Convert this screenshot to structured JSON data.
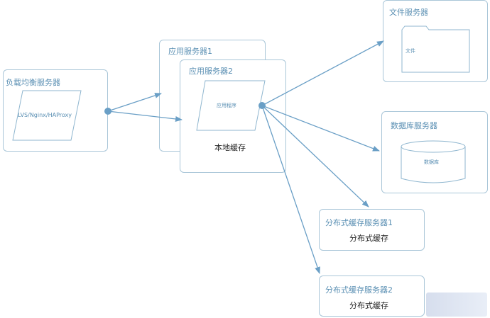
{
  "nodes": {
    "load_balancer": {
      "title": "负载均衡服务器",
      "inner": "LVS/Nginx/HAProxy"
    },
    "app_server_1": {
      "title": "应用服务器1"
    },
    "app_server_2": {
      "title": "应用服务器2",
      "inner": "应用程序",
      "local_cache": "本地缓存"
    },
    "file_server": {
      "title": "文件服务器",
      "inner": "文件"
    },
    "db_server": {
      "title": "数据库服务器",
      "inner": "数据库"
    },
    "dist_cache_1": {
      "title": "分布式缓存服务器1",
      "inner": "分布式缓存"
    },
    "dist_cache_2": {
      "title": "分布式缓存服务器2",
      "inner": "分布式缓存"
    }
  },
  "colors": {
    "border": "#a9c6d8",
    "title": "#5a8fb3",
    "arrow": "#6a9fc6"
  }
}
